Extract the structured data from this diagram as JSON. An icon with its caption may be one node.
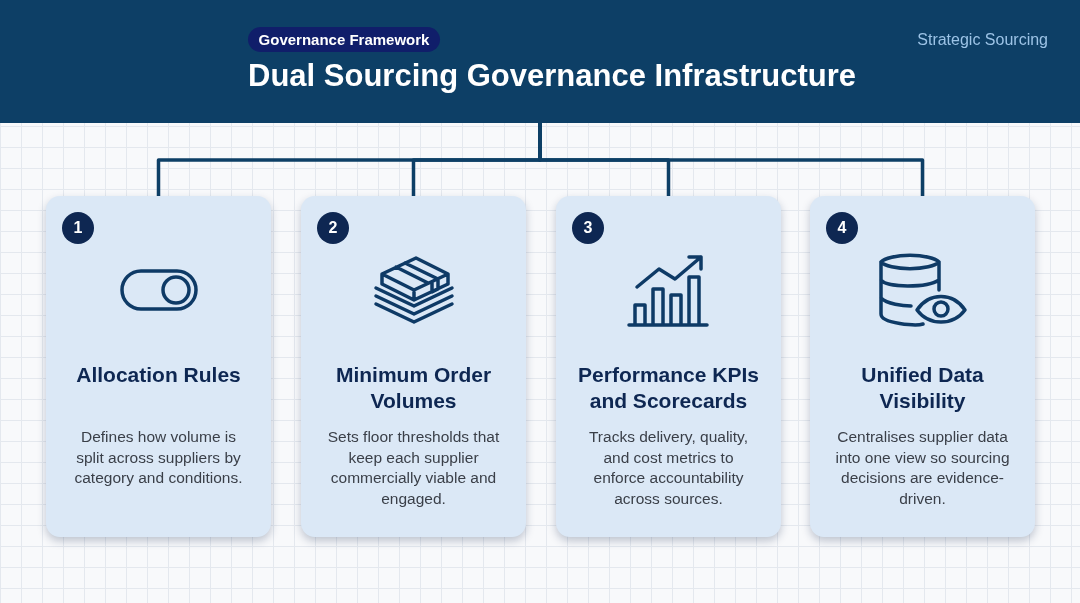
{
  "diagram": {
    "title": "Dual Sourcing Governance Infrastructure",
    "nodes": [
      {
        "text": [],
        "shape": "bar"
      },
      {
        "text": [
          "Governance Framework"
        ],
        "in": 0
      },
      {
        "text": [
          "1",
          "Allocation Rules",
          "Defines how volume is split across suppliers by category and conditions."
        ]
      },
      {
        "text": [
          "2",
          "Minimum Order Volumes",
          "Sets floor thresholds that keep each supplier commercially viable and engaged."
        ]
      },
      {
        "text": [
          "3",
          "Performance KPIs and Scorecards",
          "Tracks delivery, quality, and cost metrics to enforce accountability across sources."
        ]
      },
      {
        "text": [
          "4",
          "Unified Data Visibility",
          "Centralises supplier data into one view so sourcing decisions are evidence-driven."
        ]
      }
    ],
    "edges": [
      {
        "from": 0,
        "to": 2,
        "arrow": "none"
      },
      {
        "from": 0,
        "to": 3,
        "arrow": "none"
      },
      {
        "from": 0,
        "to": 4,
        "arrow": "none"
      },
      {
        "from": 0,
        "to": 5,
        "arrow": "none"
      }
    ],
    "labels": [
      "Strategic Sourcing"
    ]
  }
}
